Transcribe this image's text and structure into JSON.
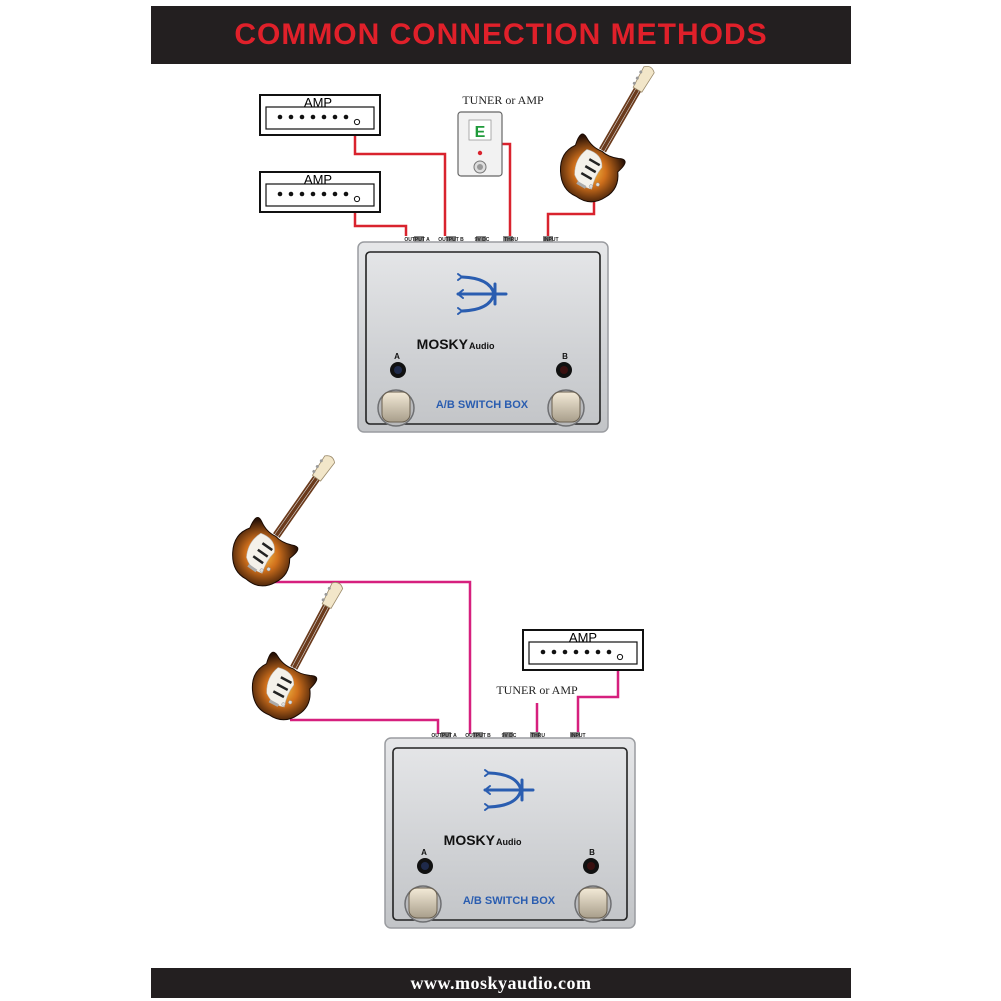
{
  "header": {
    "title": "COMMON CONNECTION METHODS"
  },
  "footer": {
    "url": "www.moskyaudio.com"
  },
  "colors": {
    "banner_bg": "#231f20",
    "title_red": "#e0202a",
    "cable_red": "#d9232e",
    "cable_magenta": "#d6207e",
    "logo_blue": "#2a5db0"
  },
  "amp_label": "AMP",
  "tuner_label": "TUNER or AMP",
  "tuner_display": "E",
  "pedal": {
    "brand": "MOSKY",
    "brand_suffix": "Audio",
    "model": "A/B SWITCH BOX",
    "switch_a": "A",
    "switch_b": "B",
    "jacks": [
      "OUTPUT A",
      "OUTPUT B",
      "9V DC",
      "THRU",
      "INPUT"
    ]
  },
  "icons": [
    "trident-logo-icon",
    "guitar-icon",
    "tuner-icon",
    "footswitch-icon",
    "led-icon"
  ]
}
